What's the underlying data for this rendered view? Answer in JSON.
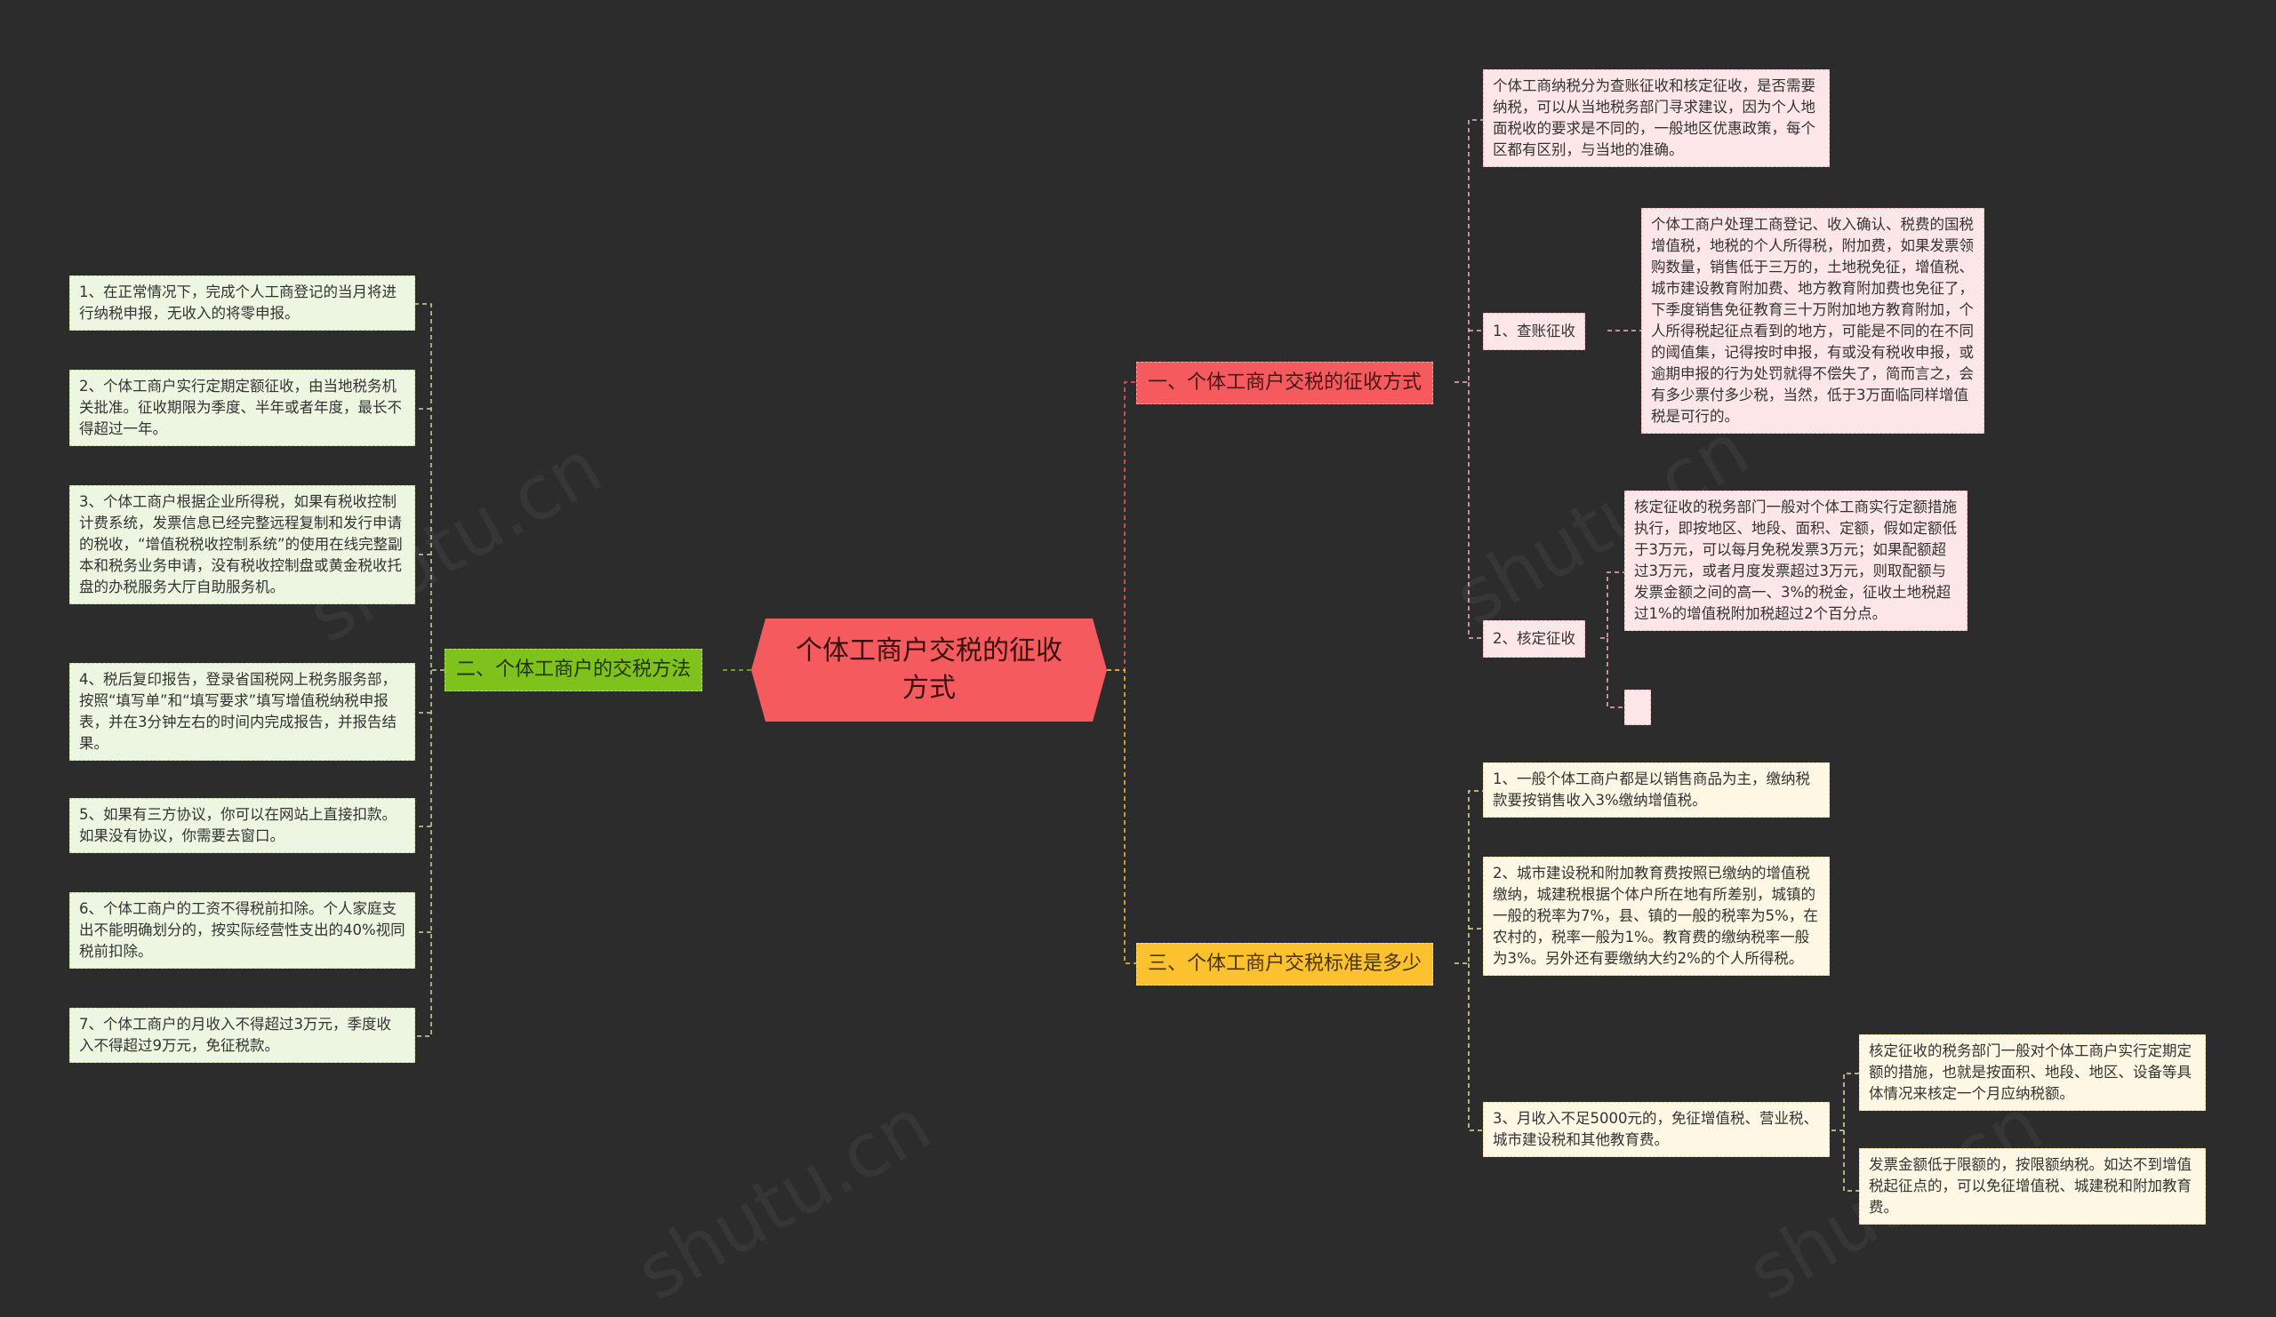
{
  "colors": {
    "background": "#2c2c2c",
    "center": "#f55a5e",
    "branch1": "#f55a5e",
    "branch2": "#80c21c",
    "branch3": "#fcc12f"
  },
  "center": {
    "label": "个体工商户交税的征收方式"
  },
  "branch1": {
    "label": "一、个体工商户交税的征收方式",
    "intro": "个体工商纳税分为查账征收和核定征收，是否需要纳税，可以从当地税务部门寻求建议，因为个人地面税收的要求是不同的，一般地区优惠政策，每个区都有区别，与当地的准确。",
    "sub1": {
      "label": "1、查账征收",
      "detail": "个体工商户处理工商登记、收入确认、税费的国税增值税，地税的个人所得税，附加费，如果发票领购数量，销售低于三万的，土地税免征，增值税、城市建设教育附加费、地方教育附加费也免征了，下季度销售免征教育三十万附加地方教育附加，个人所得税起征点看到的地方，可能是不同的在不同的阈值集，记得按时申报，有或没有税收申报，或逾期申报的行为处罚就得不偿失了，简而言之，会有多少票付多少税，当然，低于3万面临同样增值税是可行的。"
    },
    "sub2": {
      "label": "2、核定征收",
      "detail": "核定征收的税务部门一般对个体工商实行定额措施执行，即按地区、地段、面积、定额，假如定额低于3万元，可以每月免税发票3万元；如果配额超过3万元，或者月度发票超过3万元，则取配额与发票金额之间的高一、3%的税金，征收土地税超过1%的增值税附加税超过2个百分点。"
    }
  },
  "branch2": {
    "label": "二、个体工商户的交税方法",
    "items": [
      "1、在正常情况下，完成个人工商登记的当月将进行纳税申报，无收入的将零申报。",
      "2、个体工商户实行定期定额征收，由当地税务机关批准。征收期限为季度、半年或者年度，最长不得超过一年。",
      "3、个体工商户根据企业所得税，如果有税收控制计费系统，发票信息已经完整远程复制和发行申请的税收，“增值税税收控制系统”的使用在线完整副本和税务业务申请，没有税收控制盘或黄金税收托盘的办税服务大厅自助服务机。",
      "4、税后复印报告，登录省国税网上税务服务部，按照“填写单”和“填写要求”填写增值税纳税申报表，并在3分钟左右的时间内完成报告，并报告结果。",
      "5、如果有三方协议，你可以在网站上直接扣款。如果没有协议，你需要去窗口。",
      "6、个体工商户的工资不得税前扣除。个人家庭支出不能明确划分的，按实际经营性支出的40%视同税前扣除。",
      "7、个体工商户的月收入不得超过3万元，季度收入不得超过9万元，免征税款。"
    ]
  },
  "branch3": {
    "label": "三、个体工商户交税标准是多少",
    "items": [
      "1、一般个体工商户都是以销售商品为主，缴纳税款要按销售收入3%缴纳增值税。",
      "2、城市建设税和附加教育费按照已缴纳的增值税缴纳，城建税根据个体户所在地有所差别，城镇的一般的税率为7%，县、镇的一般的税率为5%，在农村的，税率一般为1%。教育费的缴纳税率一般为3%。另外还有要缴纳大约2%的个人所得税。",
      "3、月收入不足5000元的，免征增值税、营业税、城市建设税和其他教育费。"
    ],
    "sub": [
      "核定征收的税务部门一般对个体工商户实行定期定额的措施，也就是按面积、地段、地区、设备等具体情况来核定一个月应纳税额。",
      "发票金额低于限额的，按限额纳税。如达不到增值税起征点的，可以免征增值税、城建税和附加教育费。"
    ]
  }
}
